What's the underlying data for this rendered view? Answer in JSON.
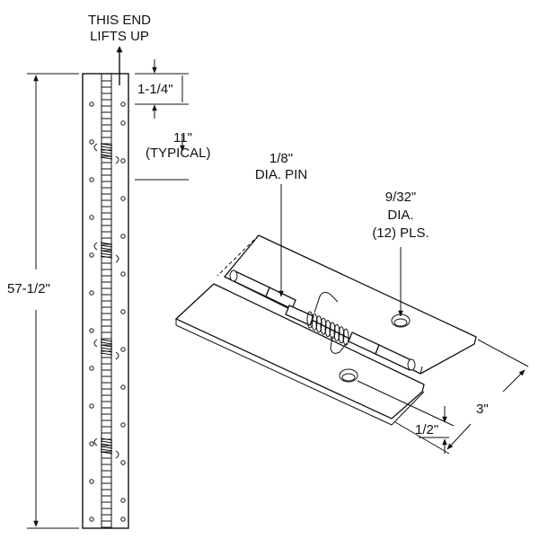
{
  "labels": {
    "lift_line1": "THIS END",
    "lift_line2": "LIFTS UP",
    "dim_hole_offset": "1-1/4\"",
    "dim_hole_spacing_line1": "11\"",
    "dim_hole_spacing_line2": "(TYPICAL)",
    "dim_length": "57-1/2\"",
    "pin_line1": "1/8\"",
    "pin_line2": "DIA. PIN",
    "hole_dia_line1": "9/32\"",
    "hole_dia_line2": "DIA.",
    "hole_dia_line3": "(12) PLS.",
    "dim_width": "3\"",
    "dim_edge": "1/2\""
  },
  "colors": {
    "line": "#111111",
    "background": "#ffffff"
  }
}
